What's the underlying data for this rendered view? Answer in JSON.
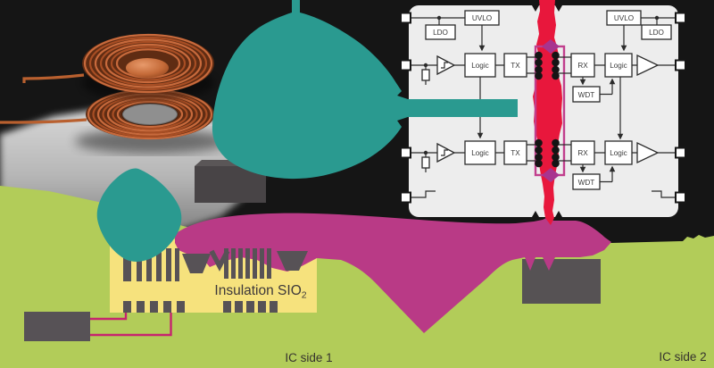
{
  "illustration": {
    "labels": {
      "insulation": "Insulation SIO",
      "insulation_sub": "2",
      "ic_side_1": "IC side 1",
      "ic_side_2": "IC side 2"
    }
  },
  "diagram": {
    "side1": {
      "ldo": "LDO",
      "uvlo": "UVLO",
      "ch1_logic": "Logic",
      "ch1_tx": "TX",
      "ch2_logic": "Logic",
      "ch2_tx": "TX"
    },
    "side2": {
      "uvlo": "UVLO",
      "ldo": "LDO",
      "ch1_rx": "RX",
      "ch1_wdt": "WDT",
      "ch1_logic": "Logic",
      "ch2_rx": "RX",
      "ch2_wdt": "WDT",
      "ch2_logic": "Logic"
    }
  },
  "colors": {
    "background": "#151515",
    "teal_callout": "#2a9a90",
    "magenta_callout": "#b93a86",
    "isolation_red": "#e8173c",
    "substrate_green": "#b2cc59",
    "insulation_yellow": "#f6e27d",
    "metal_gray": "#575256",
    "panel_gray": "#ededed",
    "trace_pink": "#c6246e",
    "highlight_magenta": "#c13e8d",
    "diamond_magenta": "#a8348f",
    "copper": "#c86a3c"
  }
}
